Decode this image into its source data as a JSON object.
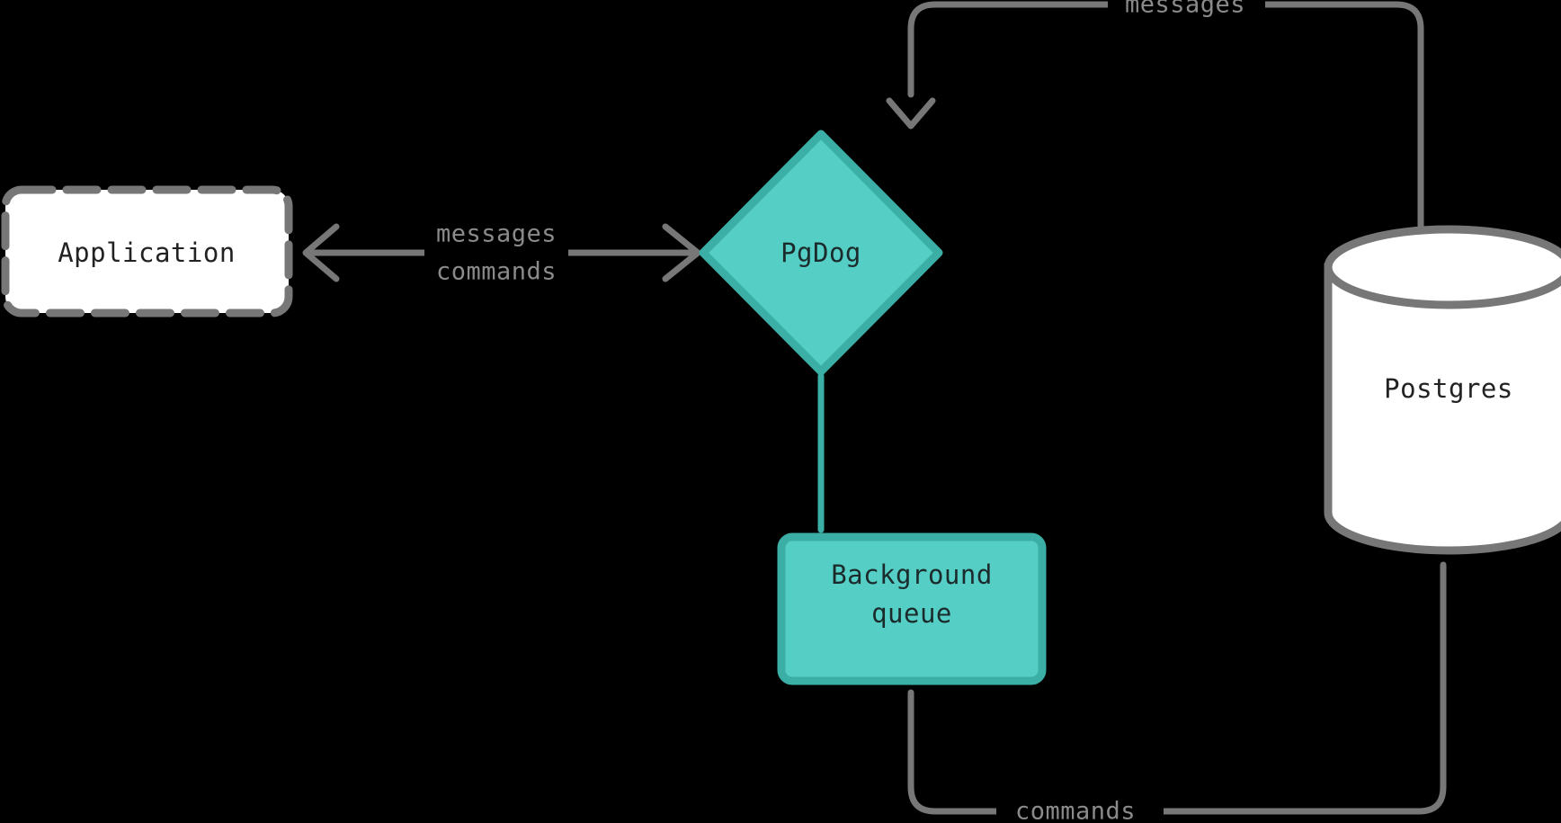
{
  "diagram": {
    "type": "flowchart",
    "background_color": "#000000",
    "palette": {
      "accent_fill": "#55CFC6",
      "accent_stroke": "#3BAFA6",
      "node_fill": "#FFFFFF",
      "node_stroke": "#777777",
      "edge_stroke": "#777777",
      "label_text": "#222222",
      "edge_label_text": "#8A8A8A"
    },
    "nodes": [
      {
        "id": "application",
        "label": "Application",
        "shape": "rounded-rect-dashed",
        "fill": "#FFFFFF",
        "stroke": "#777777"
      },
      {
        "id": "pgdog",
        "label": "PgDog",
        "shape": "diamond",
        "fill": "#55CFC6",
        "stroke": "#3BAFA6"
      },
      {
        "id": "background-queue",
        "label_line1": "Background",
        "label_line2": "queue",
        "shape": "rounded-rect",
        "fill": "#55CFC6",
        "stroke": "#3BAFA6"
      },
      {
        "id": "postgres",
        "label": "Postgres",
        "shape": "cylinder",
        "fill": "#FFFFFF",
        "stroke": "#777777"
      }
    ],
    "edges": [
      {
        "id": "pgdog-to-application",
        "from": "pgdog",
        "to": "application",
        "label": "",
        "direction": "left",
        "arrow": true
      },
      {
        "id": "application-to-pgdog",
        "from": "application",
        "to": "pgdog",
        "label": "",
        "direction": "right",
        "arrow": true
      },
      {
        "id": "postgres-to-pgdog",
        "from": "postgres",
        "to": "pgdog",
        "label": "messages",
        "direction": "down",
        "arrow": true
      },
      {
        "id": "pgdog-to-background-queue",
        "from": "pgdog",
        "to": "background-queue",
        "label": "",
        "direction": "down",
        "arrow": false,
        "stroke": "#3BAFA6"
      },
      {
        "id": "background-queue-to-postgres",
        "from": "background-queue",
        "to": "postgres",
        "label": "commands",
        "direction": "up",
        "arrow": true
      }
    ],
    "edge_labels": {
      "middle_line1": "messages",
      "middle_line2": "commands",
      "top": "messages",
      "bottom": "commands"
    }
  }
}
